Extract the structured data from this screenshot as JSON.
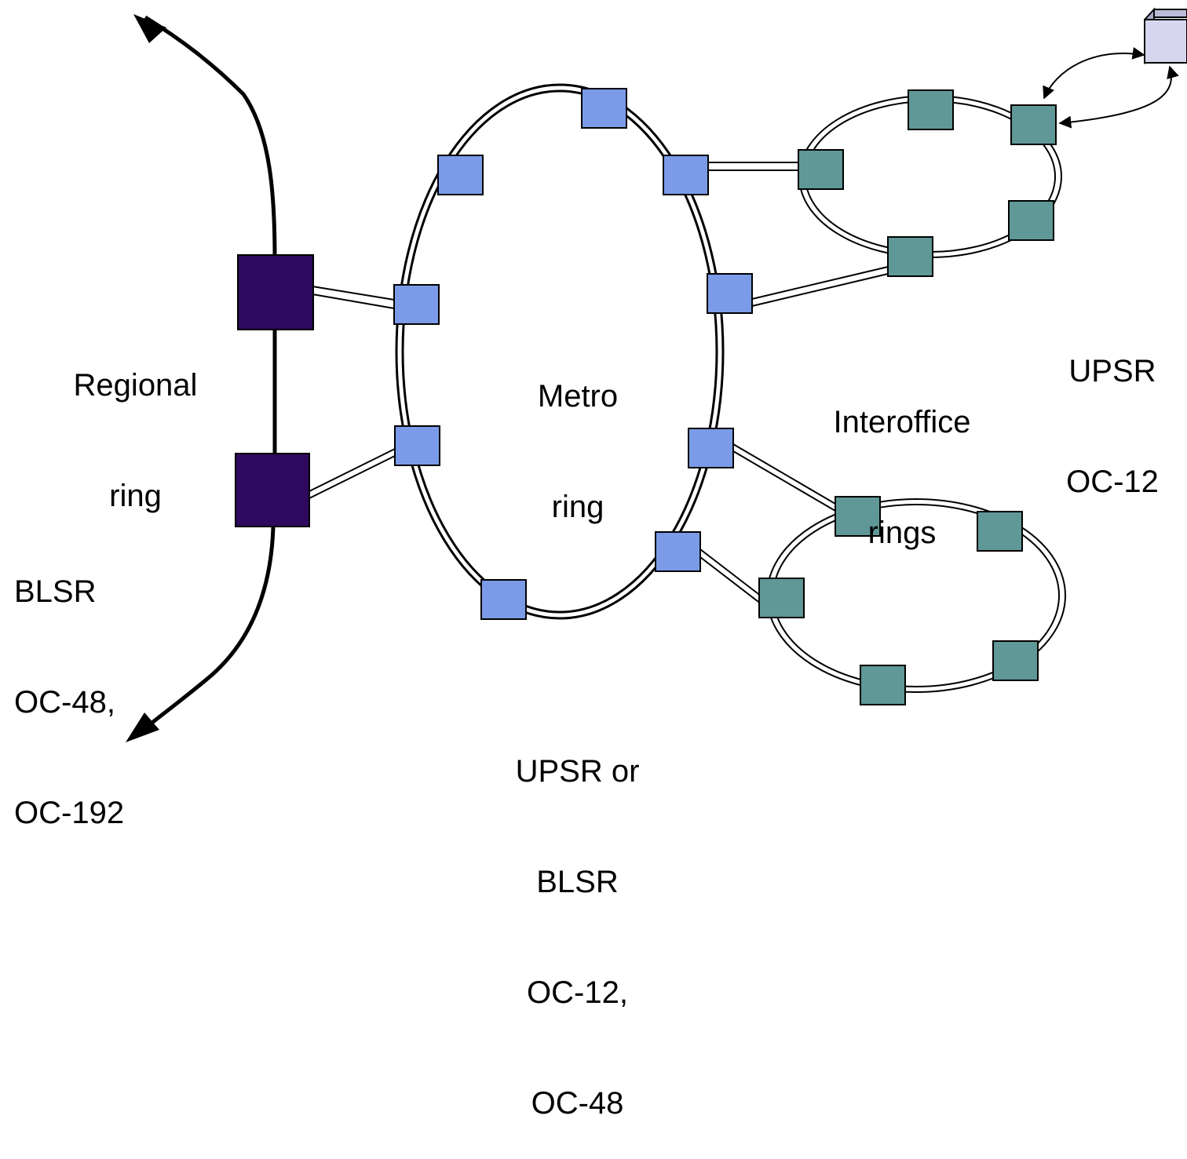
{
  "labels": {
    "regional_ring": [
      "Regional",
      "ring"
    ],
    "metro_ring": [
      "Metro",
      "ring"
    ],
    "interoffice_rings": [
      "Interoffice",
      "rings"
    ],
    "upsr": [
      "UPSR",
      "OC-12"
    ],
    "blsr": [
      "BLSR",
      "OC-48,",
      "OC-192"
    ],
    "metro_protocol": [
      "UPSR or",
      "BLSR",
      "OC-12,",
      "OC-48"
    ]
  },
  "colors": {
    "regional_node": "#2e0a5e",
    "metro_node": "#7b9be8",
    "interoffice_node": "#5f9896",
    "host_box": "#d6d6ee",
    "line": "#000000"
  },
  "icons": {
    "regional_arrow_head": "arrow-head-icon",
    "host_device": "cube-icon"
  }
}
